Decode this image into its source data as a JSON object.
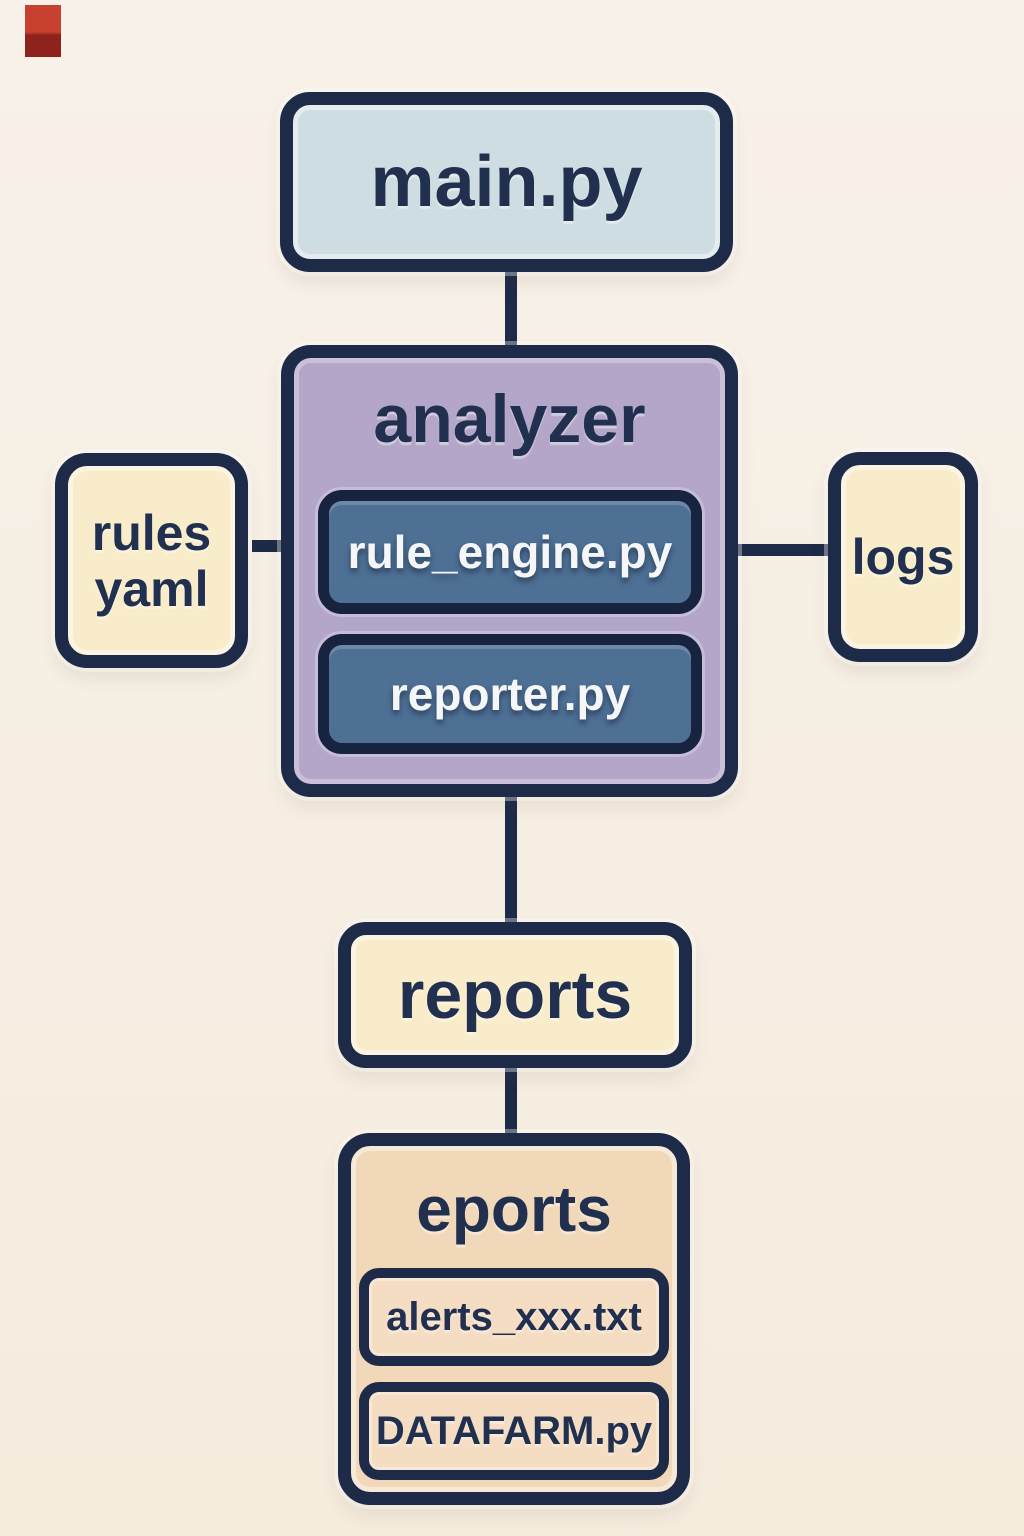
{
  "diagram": {
    "type": "flowchart-module-structure",
    "colors": {
      "background": "#f6efe4",
      "outline_navy": "#1d2a48",
      "text_navy": "#22304f",
      "main_fill": "#cedde1",
      "analyzer_fill": "#b3a6c8",
      "module_fill": "#4e7095",
      "module_text": "#f4f6f8",
      "cream_fill": "#f8ecca",
      "eports_fill": "#f1d8b9",
      "red_mark": "#c8402f"
    },
    "nodes": {
      "main_py": {
        "label": "main.py"
      },
      "analyzer": {
        "label": "analyzer"
      },
      "rule_engine": {
        "label": "rule_engine.py"
      },
      "reporter": {
        "label": "reporter.py"
      },
      "rules_yaml": {
        "label": "rules\nyaml"
      },
      "logs": {
        "label": "logs"
      },
      "reports": {
        "label": "reports"
      },
      "eports": {
        "label": "eports"
      },
      "alerts_file": {
        "label": "alerts_xxx.txt"
      },
      "datafarm_file": {
        "label": "DATAFARM.py"
      }
    },
    "edges": [
      {
        "from": "main_py",
        "to": "analyzer"
      },
      {
        "from": "rules_yaml",
        "to": "analyzer"
      },
      {
        "from": "analyzer",
        "to": "logs"
      },
      {
        "from": "analyzer",
        "to": "reports"
      },
      {
        "from": "reports",
        "to": "eports"
      }
    ],
    "containment": [
      {
        "parent": "analyzer",
        "children": [
          "rule_engine",
          "reporter"
        ]
      },
      {
        "parent": "eports",
        "children": [
          "alerts_file",
          "datafarm_file"
        ]
      }
    ]
  }
}
